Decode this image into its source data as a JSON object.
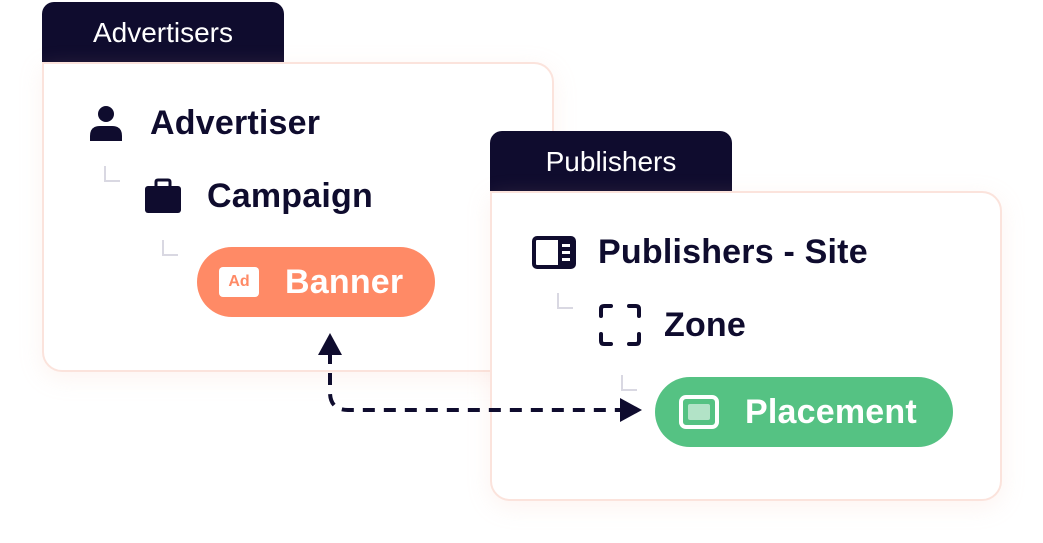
{
  "advertisers_panel": {
    "tab_label": "Advertisers",
    "advertiser_label": "Advertiser",
    "campaign_label": "Campaign",
    "banner_label": "Banner",
    "banner_badge": "Ad"
  },
  "publishers_panel": {
    "tab_label": "Publishers",
    "site_label": "Publishers - Site",
    "zone_label": "Zone",
    "placement_label": "Placement"
  },
  "colors": {
    "navy": "#0f0c2e",
    "banner": "#ff8a66",
    "placement": "#55c283",
    "card_border": "#fbe3dc"
  },
  "icons": {
    "advertiser": "user-icon",
    "campaign": "briefcase-icon",
    "banner": "ad-badge-icon",
    "site": "website-icon",
    "zone": "dashed-frame-icon",
    "placement": "screen-icon",
    "connector": "dashed-bidirectional-arrow"
  }
}
